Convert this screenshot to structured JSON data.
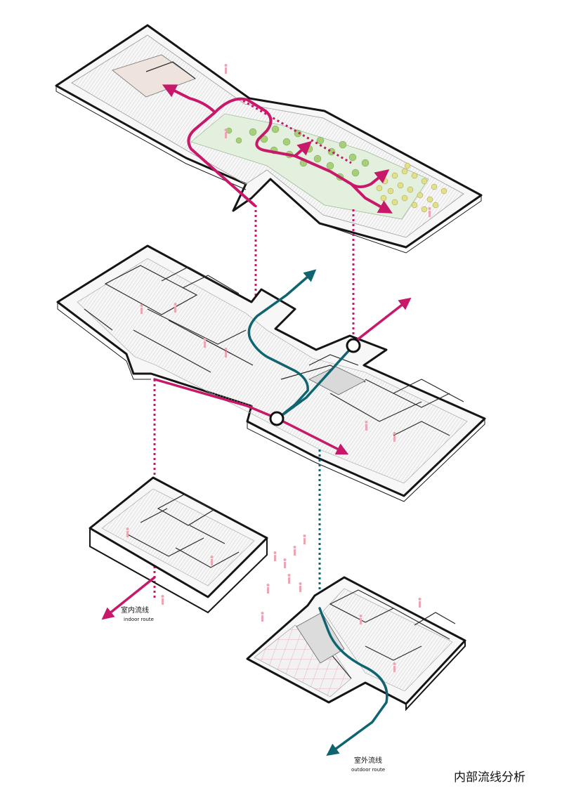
{
  "labels": {
    "indoor_zh": "室内流线",
    "indoor_en": "indoor route",
    "outdoor_zh": "室外流线",
    "outdoor_en": "outdoor route",
    "title": "内部流线分析"
  },
  "colors": {
    "indoor": "#c8186a",
    "outdoor": "#0f6470",
    "outline": "#151515",
    "floor": "#f4f4f4",
    "roof_garden": "#e4f0de",
    "planting": "#a7cf7a",
    "flowers": "#e3e08a"
  },
  "icons": [
    "arrow-head-icon",
    "node-circle-icon",
    "person-figure-icon",
    "tree-icon"
  ]
}
